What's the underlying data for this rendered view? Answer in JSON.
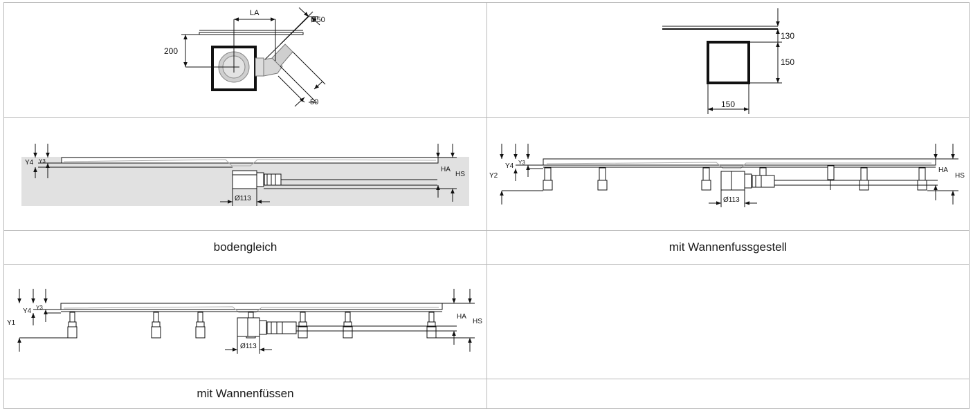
{
  "top_left": {
    "label_la": "LA",
    "label_d50": "Ø50",
    "label_200": "200",
    "label_50": "50"
  },
  "top_right": {
    "label_130": "130",
    "label_150_v": "150",
    "label_150_h": "150"
  },
  "floor_view": {
    "y4": "Y4",
    "y3": "Y3",
    "ha": "HA",
    "hs": "HS",
    "dia": "Ø113"
  },
  "frame_view": {
    "y2": "Y2",
    "y4": "Y4",
    "y3": "Y3",
    "ha": "HA",
    "hs": "HS",
    "dia": "Ø113"
  },
  "feet_view": {
    "y1": "Y1",
    "y4": "Y4",
    "y3": "Y3",
    "ha": "HA",
    "hs": "HS",
    "dia": "Ø113"
  },
  "captions": {
    "floor": "bodengleich",
    "frame": "mit Wannenfussgestell",
    "feet": "mit Wannenfüssen"
  }
}
